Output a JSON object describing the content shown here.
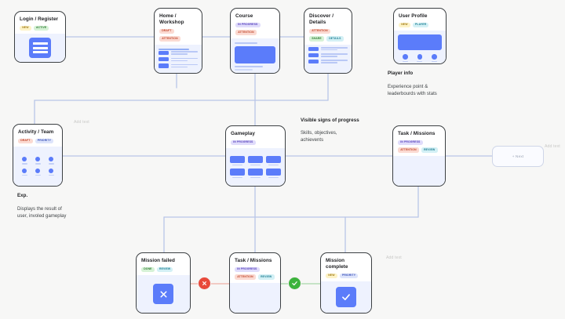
{
  "canvas": {
    "background": "#f7f7f6",
    "wire_color": "#b9c6e8",
    "fail_wire_color": "#edb0a6",
    "pass_wire_color": "#a9d7a9"
  },
  "nodes": [
    {
      "id": "login-register",
      "title": "Login / Register",
      "badges": [
        {
          "label": "NEW",
          "color": "b-yellow"
        },
        {
          "label": "ACTIVE",
          "color": "b-green"
        }
      ],
      "body": "form-glyph"
    },
    {
      "id": "home-workshop",
      "title": "Home /\nWorkshop",
      "badges": [
        {
          "label": "DRAFT",
          "color": "b-red"
        },
        {
          "label": "ATTENTION",
          "color": "b-red"
        }
      ],
      "body": "list-rows"
    },
    {
      "id": "course",
      "title": "Course",
      "badges": [
        {
          "label": "IN PROGRESS",
          "color": "b-purple"
        },
        {
          "label": "ATTENTION",
          "color": "b-red"
        }
      ],
      "body": "big-block"
    },
    {
      "id": "discover-details",
      "title": "Discover /\nDetails",
      "badges": [
        {
          "label": "ATTENTION",
          "color": "b-red"
        },
        {
          "label": "SHARE",
          "color": "b-green"
        },
        {
          "label": "DETAILS",
          "color": "b-cyan"
        }
      ],
      "body": "list-rows"
    },
    {
      "id": "user-profile",
      "title": "User Profile",
      "badges": [
        {
          "label": "NEW",
          "color": "b-yellow"
        },
        {
          "label": "PLAYER",
          "color": "b-cyan"
        }
      ],
      "body": "profile"
    },
    {
      "id": "activity-team",
      "title": "Activity / Team",
      "badges": [
        {
          "label": "DRAFT",
          "color": "b-red"
        },
        {
          "label": "PRIORITY",
          "color": "b-blue"
        }
      ],
      "body": "dots-grid"
    },
    {
      "id": "gameplay",
      "title": "Gameplay",
      "badges": [
        {
          "label": "IN PROGRESS",
          "color": "b-purple"
        }
      ],
      "body": "tile-grid"
    },
    {
      "id": "task-missions-right",
      "title": "Task / Missions",
      "badges": [
        {
          "label": "IN PROGRESS",
          "color": "b-purple"
        },
        {
          "label": "ATTENTION",
          "color": "b-red"
        },
        {
          "label": "REVIEW",
          "color": "b-cyan"
        }
      ],
      "body": "empty"
    },
    {
      "id": "mission-failed",
      "title": "Mission failed",
      "badges": [
        {
          "label": "DONE",
          "color": "b-green"
        },
        {
          "label": "REVIEW",
          "color": "b-cyan"
        }
      ],
      "body": "fail-glyph"
    },
    {
      "id": "task-missions-bottom",
      "title": "Task / Missions",
      "badges": [
        {
          "label": "IN PROGRESS",
          "color": "b-purple"
        },
        {
          "label": "ATTENTION",
          "color": "b-red"
        },
        {
          "label": "REVIEW",
          "color": "b-cyan"
        }
      ],
      "body": "empty"
    },
    {
      "id": "mission-complete",
      "title": "Mission\ncomplete",
      "badges": [
        {
          "label": "NEW",
          "color": "b-yellow"
        },
        {
          "label": "PRIORITY",
          "color": "b-blue"
        }
      ],
      "body": "complete-glyph"
    }
  ],
  "annotations": {
    "player_info": {
      "heading": "Player info",
      "body": "Experience point &\nleaderbourds with stats"
    },
    "exp": {
      "heading": "Exp.",
      "body": "Displays the result of\nuser, involed gameplay"
    },
    "progress": {
      "heading": "Visible signs of progress",
      "body": "Skills, objectives,\nachievents"
    }
  },
  "placeholders": {
    "add_text_left": "Add text",
    "add_text_right": "Add text",
    "add_text_bottom": "Add text"
  },
  "next_box": {
    "label": "+  Next"
  }
}
